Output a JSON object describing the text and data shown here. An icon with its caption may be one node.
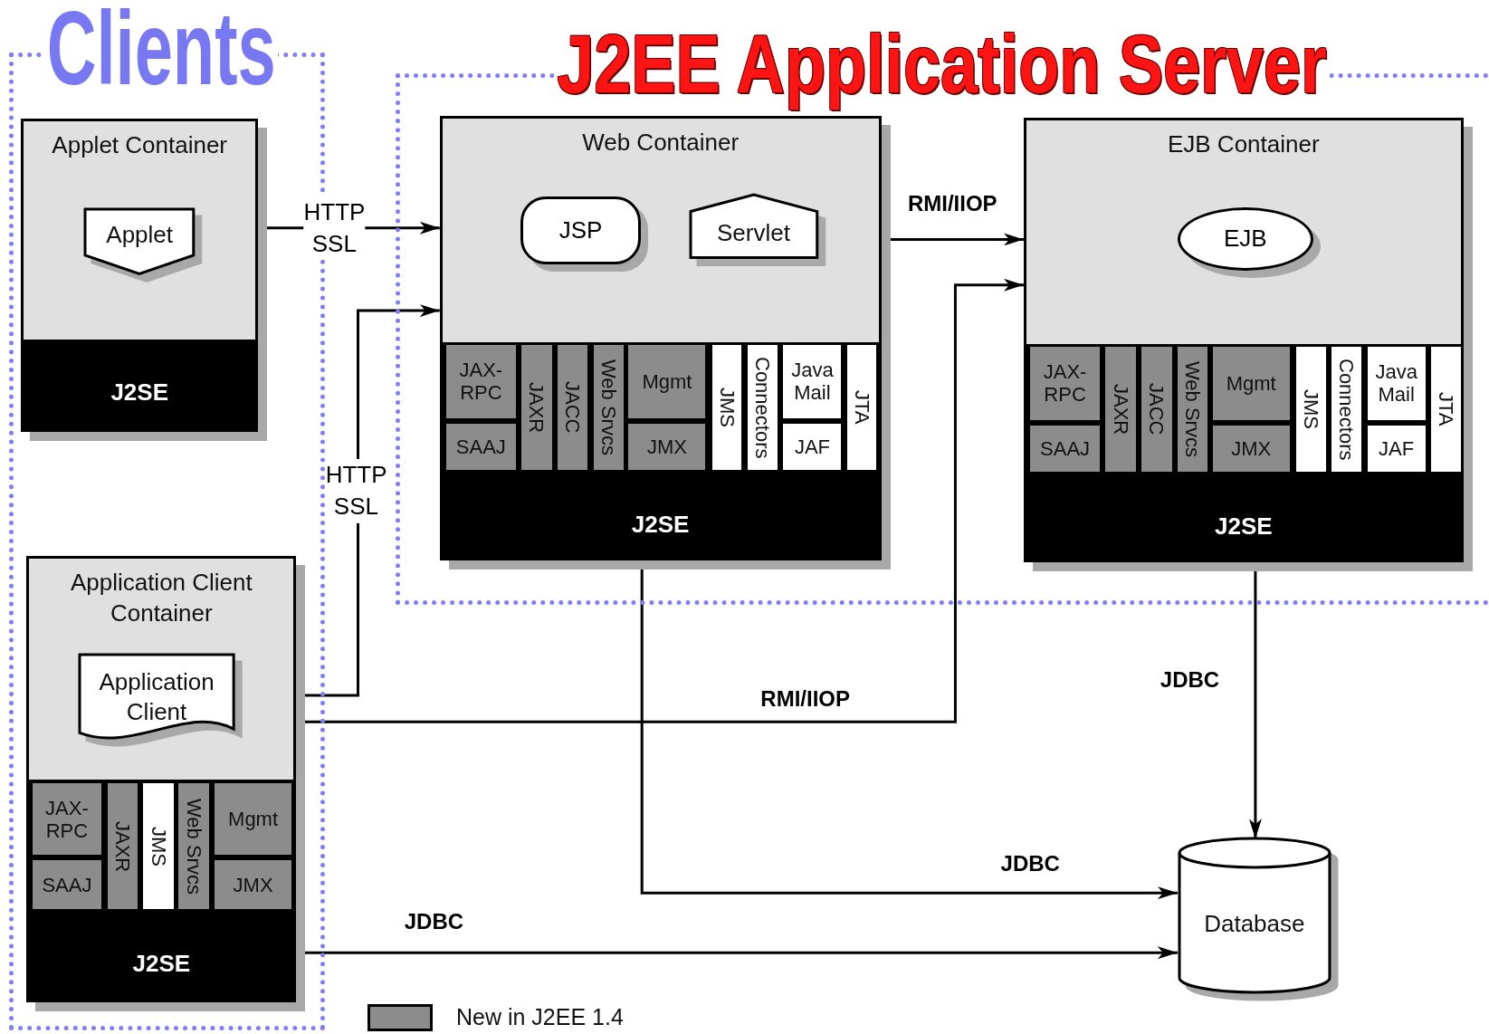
{
  "diagram": {
    "nodes": [
      {
        "text": [
          "Clients"
        ]
      },
      {
        "text": [
          "Applet Container"
        ],
        "in": 0
      },
      {
        "text": [
          "Applet"
        ],
        "in": 1
      },
      {
        "text": [
          "J2SE"
        ],
        "in": 1
      },
      {
        "text": [
          "J2EE Application Server"
        ]
      },
      {
        "text": [
          "Web Container"
        ],
        "in": 4
      },
      {
        "text": [
          "JSP"
        ],
        "in": 5
      },
      {
        "text": [
          "Servlet"
        ],
        "in": 5
      },
      {
        "text": [
          "JAX-RPC"
        ],
        "in": 5
      },
      {
        "text": [
          "SAAJ"
        ],
        "in": 5
      },
      {
        "text": [
          "JAXR"
        ],
        "in": 5
      },
      {
        "text": [
          "JACC"
        ],
        "in": 5
      },
      {
        "text": [
          "Web Srvcs"
        ],
        "in": 5
      },
      {
        "text": [
          "Mgmt"
        ],
        "in": 5
      },
      {
        "text": [
          "JMX"
        ],
        "in": 5
      },
      {
        "text": [
          "JMS"
        ],
        "in": 5
      },
      {
        "text": [
          "Connectors"
        ],
        "in": 5
      },
      {
        "text": [
          "Java Mail"
        ],
        "in": 5
      },
      {
        "text": [
          "JAF"
        ],
        "in": 5
      },
      {
        "text": [
          "JTA"
        ],
        "in": 5
      },
      {
        "text": [
          "J2SE"
        ],
        "in": 5
      },
      {
        "text": [
          "EJB Container"
        ],
        "in": 4
      },
      {
        "text": [
          "EJB"
        ],
        "in": 21
      },
      {
        "text": [
          "JAX-RPC"
        ],
        "in": 21
      },
      {
        "text": [
          "SAAJ"
        ],
        "in": 21
      },
      {
        "text": [
          "JAXR"
        ],
        "in": 21
      },
      {
        "text": [
          "JACC"
        ],
        "in": 21
      },
      {
        "text": [
          "Web Srvcs"
        ],
        "in": 21
      },
      {
        "text": [
          "Mgmt"
        ],
        "in": 21
      },
      {
        "text": [
          "JMX"
        ],
        "in": 21
      },
      {
        "text": [
          "JMS"
        ],
        "in": 21
      },
      {
        "text": [
          "Connectors"
        ],
        "in": 21
      },
      {
        "text": [
          "Java Mail"
        ],
        "in": 21
      },
      {
        "text": [
          "JAF"
        ],
        "in": 21
      },
      {
        "text": [
          "JTA"
        ],
        "in": 21
      },
      {
        "text": [
          "J2SE"
        ],
        "in": 21
      },
      {
        "text": [
          "Application Client Container"
        ],
        "in": 0
      },
      {
        "text": [
          "Application Client"
        ],
        "in": 36
      },
      {
        "text": [
          "JAX-RPC"
        ],
        "in": 36
      },
      {
        "text": [
          "SAAJ"
        ],
        "in": 36
      },
      {
        "text": [
          "JAXR"
        ],
        "in": 36
      },
      {
        "text": [
          "JMS"
        ],
        "in": 36
      },
      {
        "text": [
          "Web Srvcs"
        ],
        "in": 36
      },
      {
        "text": [
          "Mgmt"
        ],
        "in": 36
      },
      {
        "text": [
          "JMX"
        ],
        "in": 36
      },
      {
        "text": [
          "J2SE"
        ],
        "in": 36
      },
      {
        "text": [
          "Database"
        ]
      }
    ],
    "edges": [
      {
        "from": 1,
        "to": 5,
        "arrow": "to",
        "label": "HTTP SSL"
      },
      {
        "from": 36,
        "to": 5,
        "arrow": "to",
        "label": "HTTP SSL"
      },
      {
        "from": 5,
        "to": 21,
        "arrow": "to",
        "label": "RMI/IIOP"
      },
      {
        "from": 36,
        "to": 21,
        "arrow": "to",
        "label": "RMI/IIOP"
      },
      {
        "from": 21,
        "to": 46,
        "arrow": "to",
        "label": "JDBC"
      },
      {
        "from": 5,
        "to": 46,
        "arrow": "to",
        "label": "JDBC"
      },
      {
        "from": 36,
        "to": 46,
        "arrow": "to",
        "label": "JDBC"
      }
    ],
    "legend": [
      {
        "text": "New in J2EE 1.4",
        "color": "#8c8c8c"
      }
    ]
  }
}
